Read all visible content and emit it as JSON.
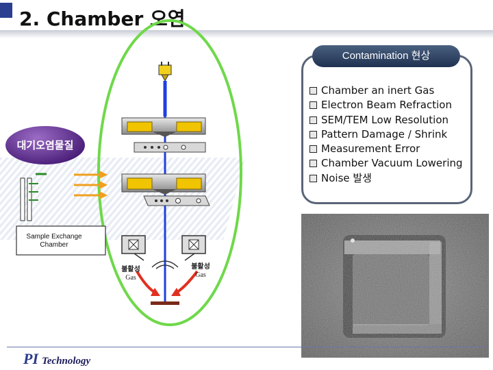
{
  "slide": {
    "title": "2. Chamber 오염"
  },
  "contamination": {
    "header": "Contamination 현상",
    "items": [
      "Chamber an inert Gas",
      "Electron Beam Refraction",
      "SEM/TEM Low Resolution",
      "Pattern Damage / Shrink",
      "Measurement Error",
      "Chamber Vacuum Lowering",
      "Noise 발생"
    ]
  },
  "diagram": {
    "pollutant_label": "대기오염물질",
    "sample_chamber_label": "Sample Exchange Chamber",
    "gas_left_kr": "불활성",
    "gas_left_en": "Gas",
    "gas_right_kr": "불활성",
    "gas_right_en": "Gas"
  },
  "logo": {
    "mark": "PI",
    "text": "Technology"
  },
  "colors": {
    "ellipse": "#6fd84a",
    "beam": "#1f3fe0",
    "arrow_orange": "#f0a020",
    "arrow_red": "#e03020",
    "header_bg": "#2a3f60"
  }
}
